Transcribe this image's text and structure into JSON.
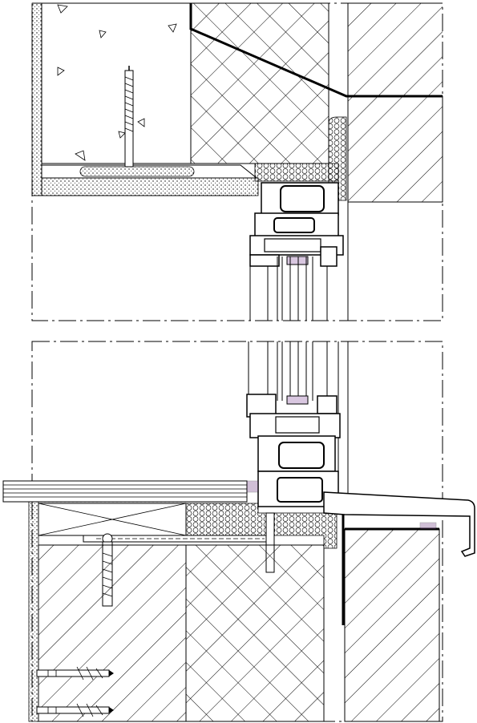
{
  "drawing": {
    "kind": "architectural window section detail",
    "colors": {
      "line": "#000000",
      "background": "#ffffff",
      "accent": "#7a4b8c"
    },
    "hatches": {
      "concrete": "stipple",
      "masonry": "cross-hatch",
      "insulation": "diagonal-hatch",
      "sealant": "circles"
    }
  }
}
